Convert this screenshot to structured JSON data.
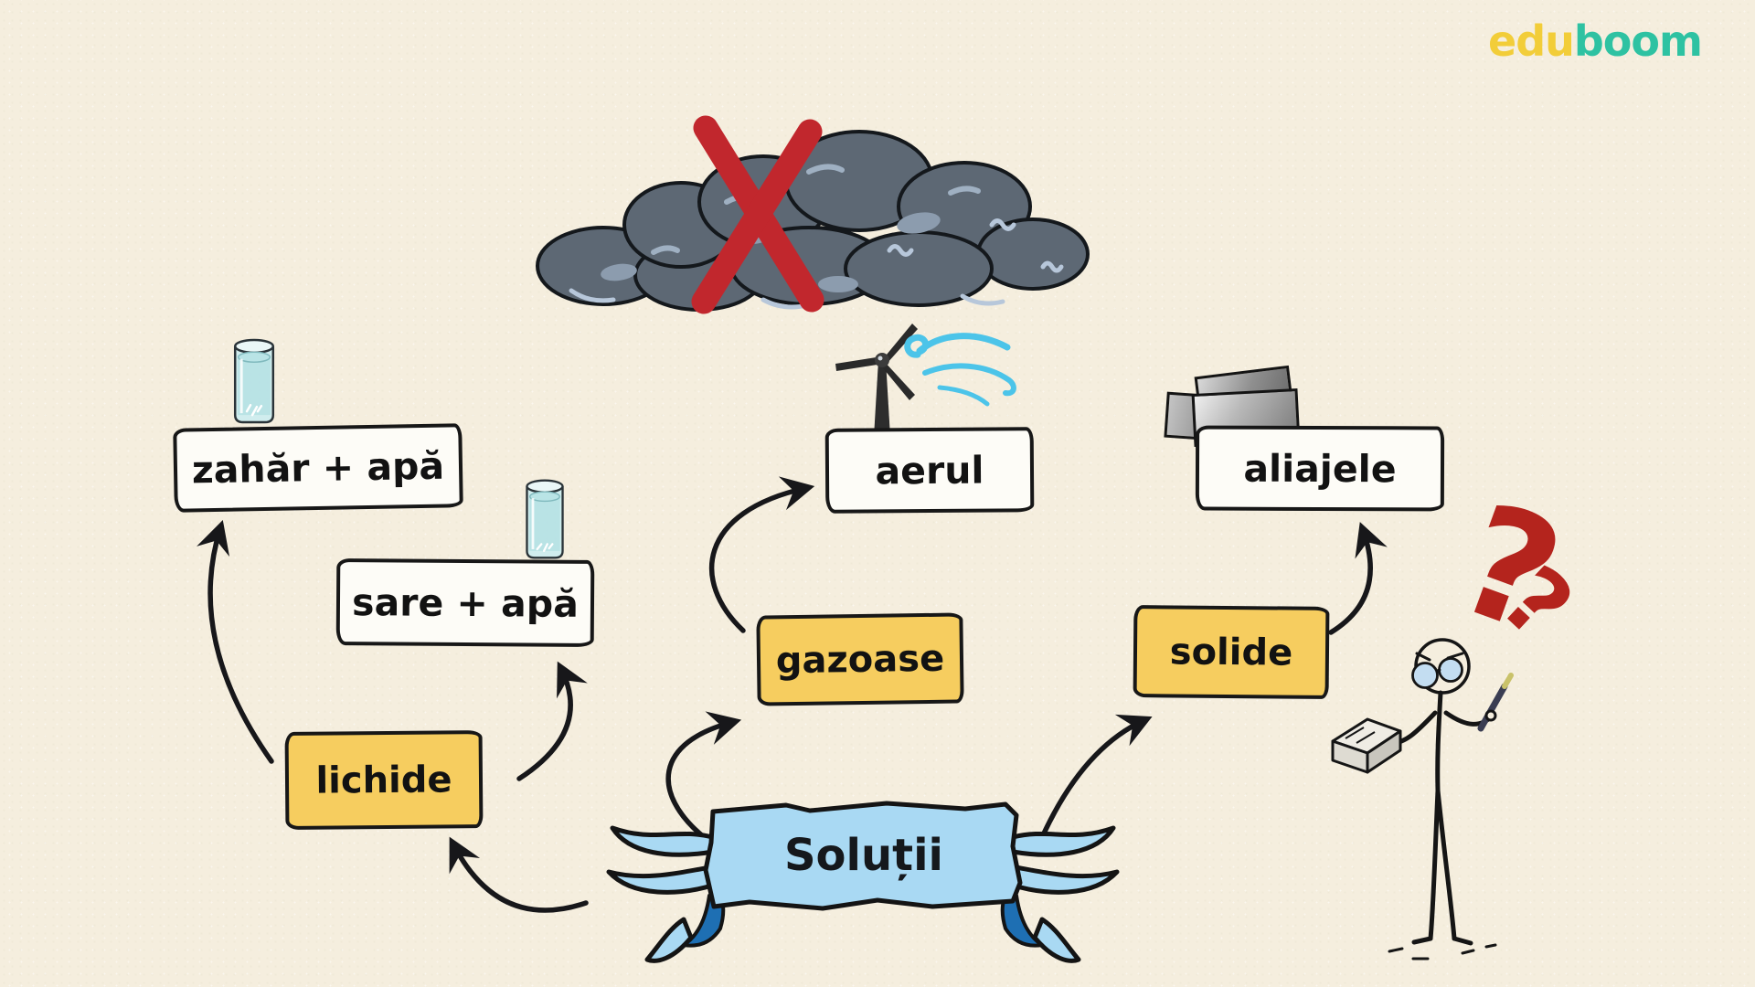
{
  "logo": {
    "edu": "edu",
    "boom": "boom",
    "edu_color": "#f2cd39",
    "boom_color": "#2ec2a2"
  },
  "banner": {
    "label": "Soluții",
    "fill_color": "#a9d9f3",
    "fold_color": "#1e6fb3"
  },
  "nodes": {
    "lichide": "lichide",
    "gazoase": "gazoase",
    "solide": "solide",
    "zahar": "zahăr + apă",
    "sare": "sare + apă",
    "aerul": "aerul",
    "aliajele": "aliajele"
  },
  "edges": [
    {
      "from": "Soluții",
      "to": "lichide"
    },
    {
      "from": "Soluții",
      "to": "gazoase"
    },
    {
      "from": "Soluții",
      "to": "solide"
    },
    {
      "from": "lichide",
      "to": "zahăr + apă"
    },
    {
      "from": "lichide",
      "to": "sare + apă"
    },
    {
      "from": "gazoase",
      "to": "aerul"
    },
    {
      "from": "solide",
      "to": "aliajele"
    }
  ],
  "marks": {
    "primary": "?",
    "secondary": "?",
    "color": "#b4241d"
  },
  "icons": {
    "crossed_cloud": "storm-cloud-with-red-x",
    "glass_sugar_water": "glass-of-water",
    "glass_salt_water": "glass-of-water",
    "wind_turbine": "wind-turbine-with-wind-swirl",
    "metal_sheets": "metal-alloy-sheets",
    "stick_figure": "confused-stick-figure-with-book-and-pen"
  },
  "colors": {
    "background": "#f5eede",
    "category_box": "#f6cd5f",
    "example_box": "#fdfcf7",
    "outline": "#171717",
    "red_x": "#c1272d",
    "cloud": "#5d6874",
    "water": "#cdeeee",
    "wind": "#4cc4e9"
  }
}
